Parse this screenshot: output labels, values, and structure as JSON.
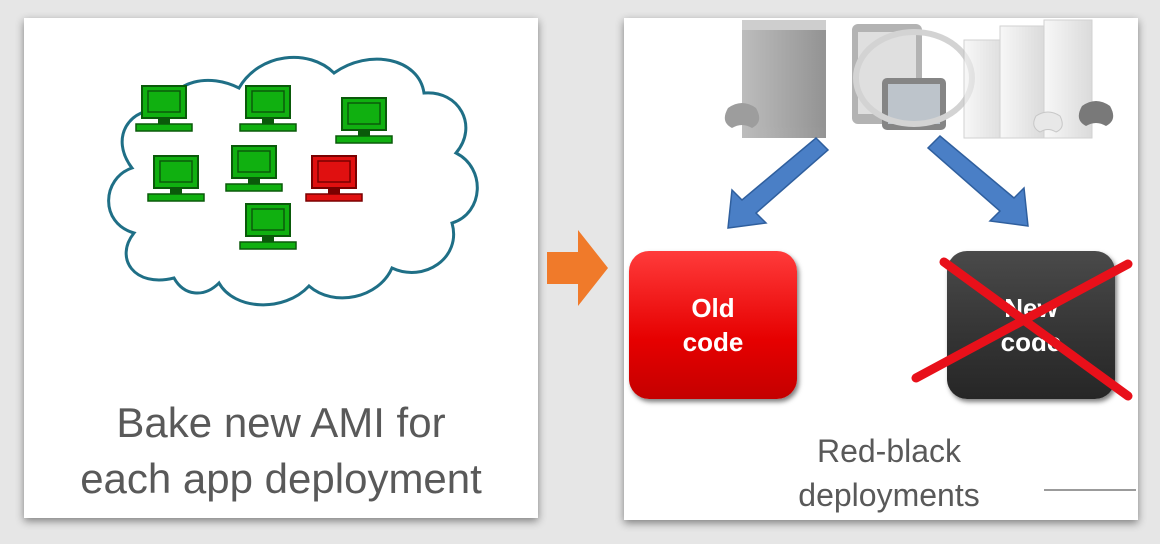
{
  "left": {
    "caption_line1": "Bake new AMI for",
    "caption_line2": "each app deployment",
    "computers": [
      {
        "color": "#10b010"
      },
      {
        "color": "#10b010"
      },
      {
        "color": "#10b010"
      },
      {
        "color": "#10b010"
      },
      {
        "color": "#10b010"
      },
      {
        "color": "#e01010"
      },
      {
        "color": "#10b010"
      }
    ]
  },
  "transition_arrow_color": "#f07a2a",
  "right": {
    "old_code_line1": "Old",
    "old_code_line2": "code",
    "new_code_line1": "New",
    "new_code_line2": "code",
    "caption_line1": "Red-black",
    "caption_line2": "deployments",
    "old_color": "#e60000",
    "new_color": "#333333",
    "cross_color": "#e8101a",
    "arrow_color": "#4a7fc6"
  }
}
